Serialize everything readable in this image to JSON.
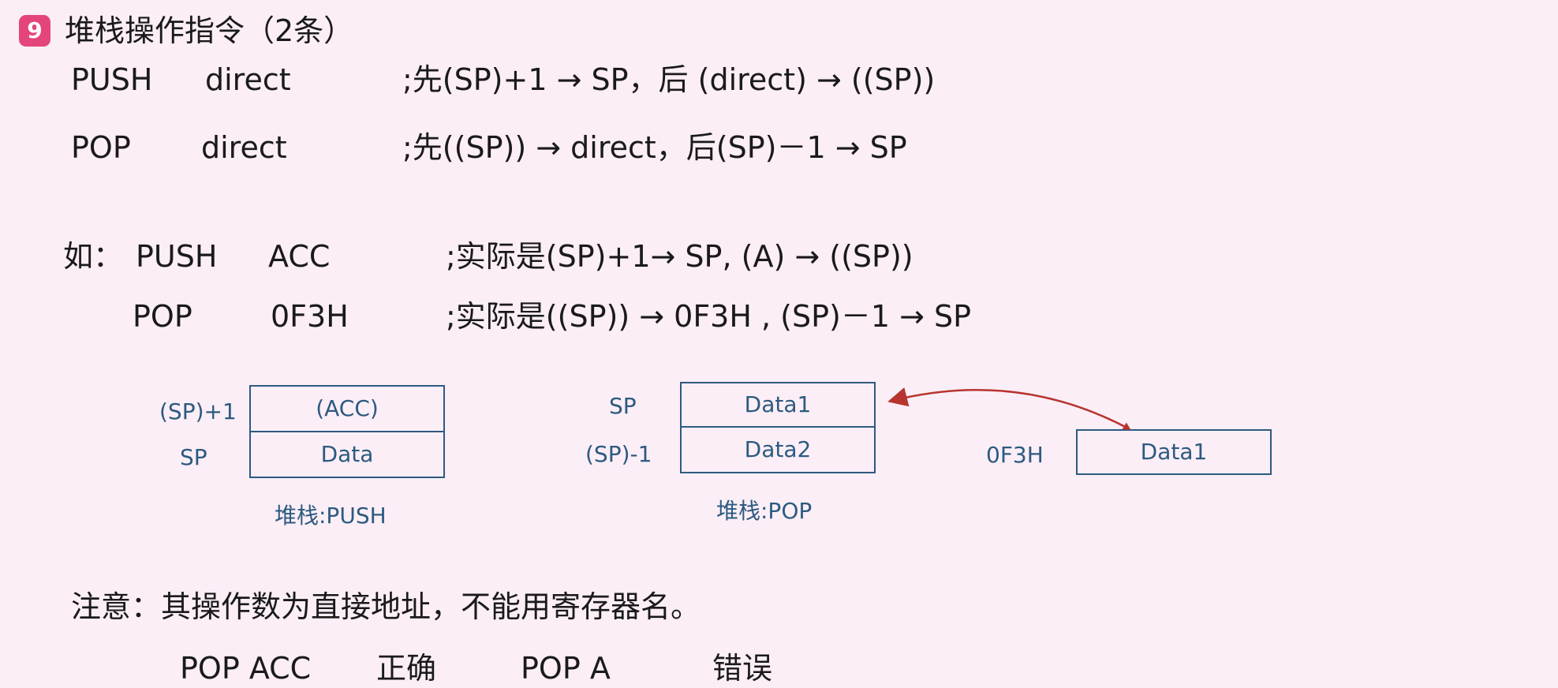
{
  "header": {
    "badge": "9",
    "title": "堆栈操作指令（2条）"
  },
  "instructions": [
    {
      "op": "PUSH",
      "arg": "direct",
      "desc": ";先(SP)+1 → SP，后 (direct) → ((SP))"
    },
    {
      "op": "POP",
      "arg": "direct",
      "desc": ";先((SP)) → direct，后(SP)－1 → SP"
    }
  ],
  "example": {
    "prefix": "如：",
    "lines": [
      {
        "op": "PUSH",
        "arg": "ACC",
        "desc": ";实际是(SP)+1→ SP, (A) → ((SP))"
      },
      {
        "op": "POP",
        "arg": "0F3H",
        "desc": ";实际是((SP)) → 0F3H , (SP)－1 → SP"
      }
    ]
  },
  "diagram_push": {
    "labels": [
      "(SP)+1",
      "SP"
    ],
    "cells": [
      "(ACC)",
      "Data"
    ],
    "caption": "堆栈:PUSH"
  },
  "diagram_pop": {
    "labels": [
      "SP",
      "(SP)-1"
    ],
    "cells": [
      "Data1",
      "Data2"
    ],
    "caption": "堆栈:POP"
  },
  "diagram_target": {
    "label": "0F3H",
    "cell": "Data1"
  },
  "note": {
    "text": "注意：其操作数为直接地址，不能用寄存器名。",
    "correct_code": "POP ACC",
    "correct_label": "正确",
    "wrong_code": "POP A",
    "wrong_label": "错误"
  },
  "colors": {
    "background": "#fbeef6",
    "badge": "#e4457a",
    "diagram": "#2d5a80",
    "arrow": "#b8342f"
  }
}
